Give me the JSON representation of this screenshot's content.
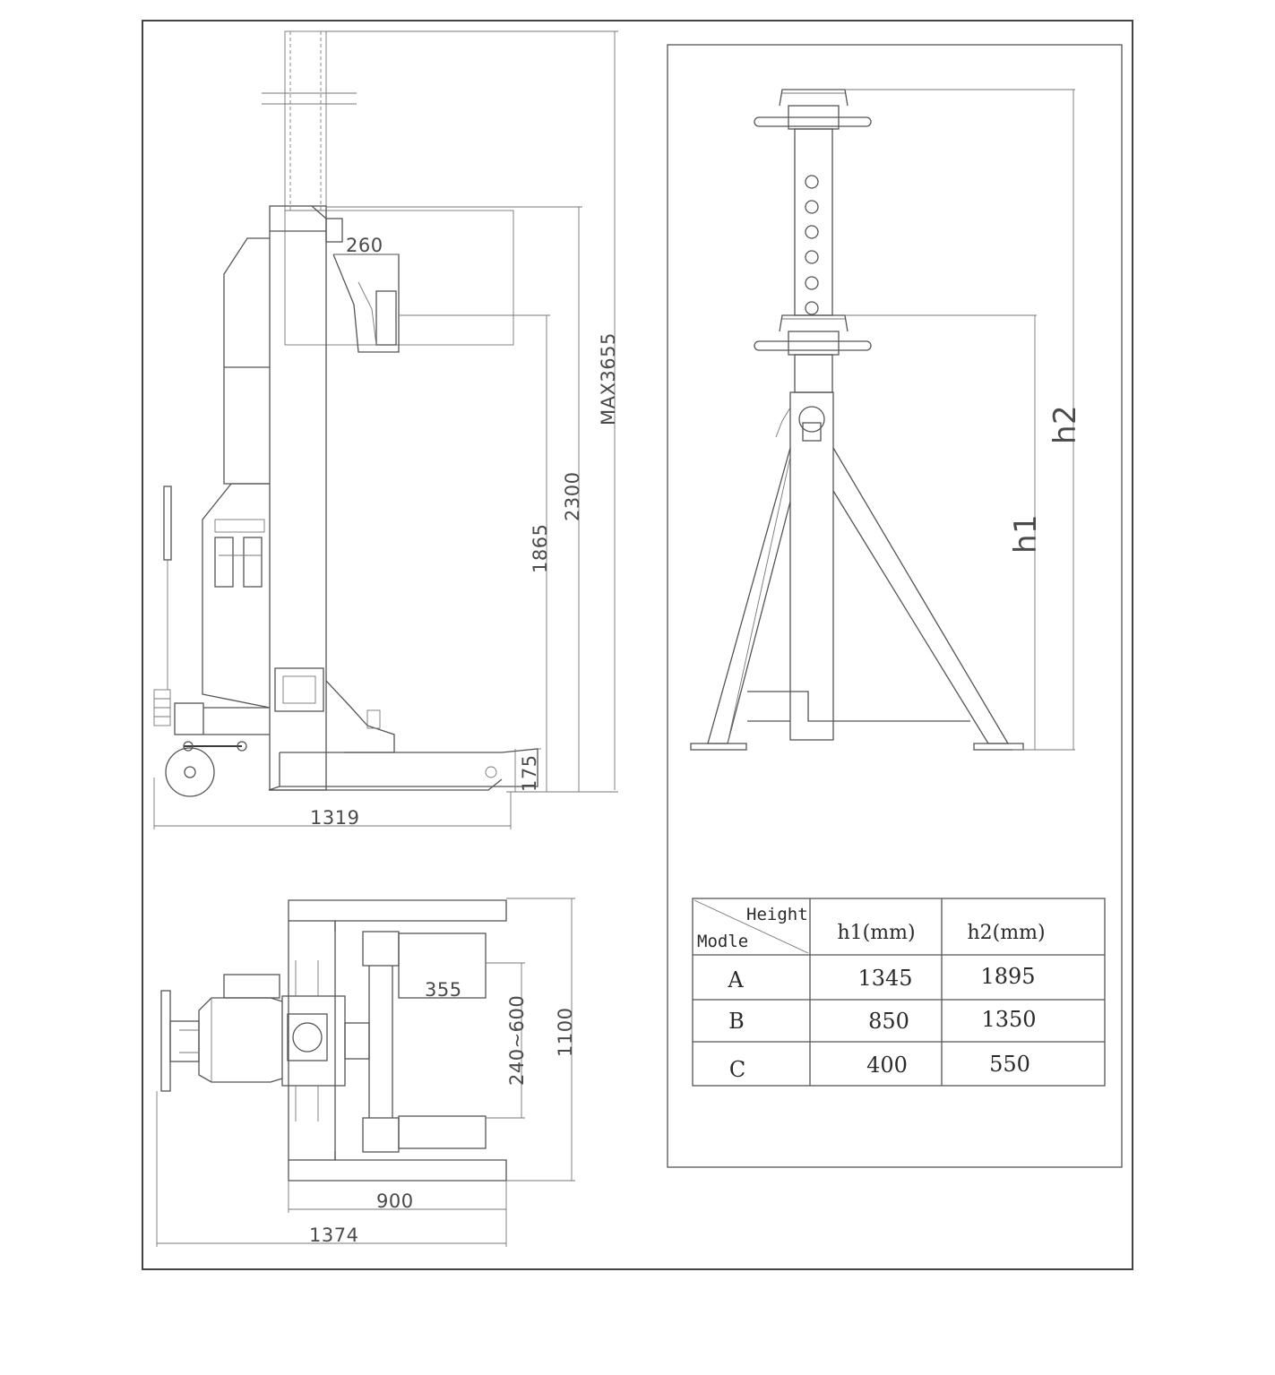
{
  "side_view": {
    "dims": {
      "max_height": "MAX3655",
      "lift_top": "2300",
      "lift_saddle": "1865",
      "base": "175",
      "saddle_width": "260",
      "length": "1319"
    }
  },
  "top_view": {
    "dims": {
      "width": "1100",
      "fork_range": "240~600",
      "fork_length": "355",
      "fork_width": "900",
      "total_length": "1374"
    }
  },
  "stand_view": {
    "labels": {
      "h1": "h1",
      "h2": "h2"
    }
  },
  "table": {
    "header_top": "Height",
    "header_bottom": "Modle",
    "columns": [
      "h1(mm)",
      "h2(mm)"
    ],
    "rows": [
      {
        "model": "A",
        "h1": "1345",
        "h2": "1895"
      },
      {
        "model": "B",
        "h1": "850",
        "h2": "1350"
      },
      {
        "model": "C",
        "h1": "400",
        "h2": "550"
      }
    ]
  }
}
